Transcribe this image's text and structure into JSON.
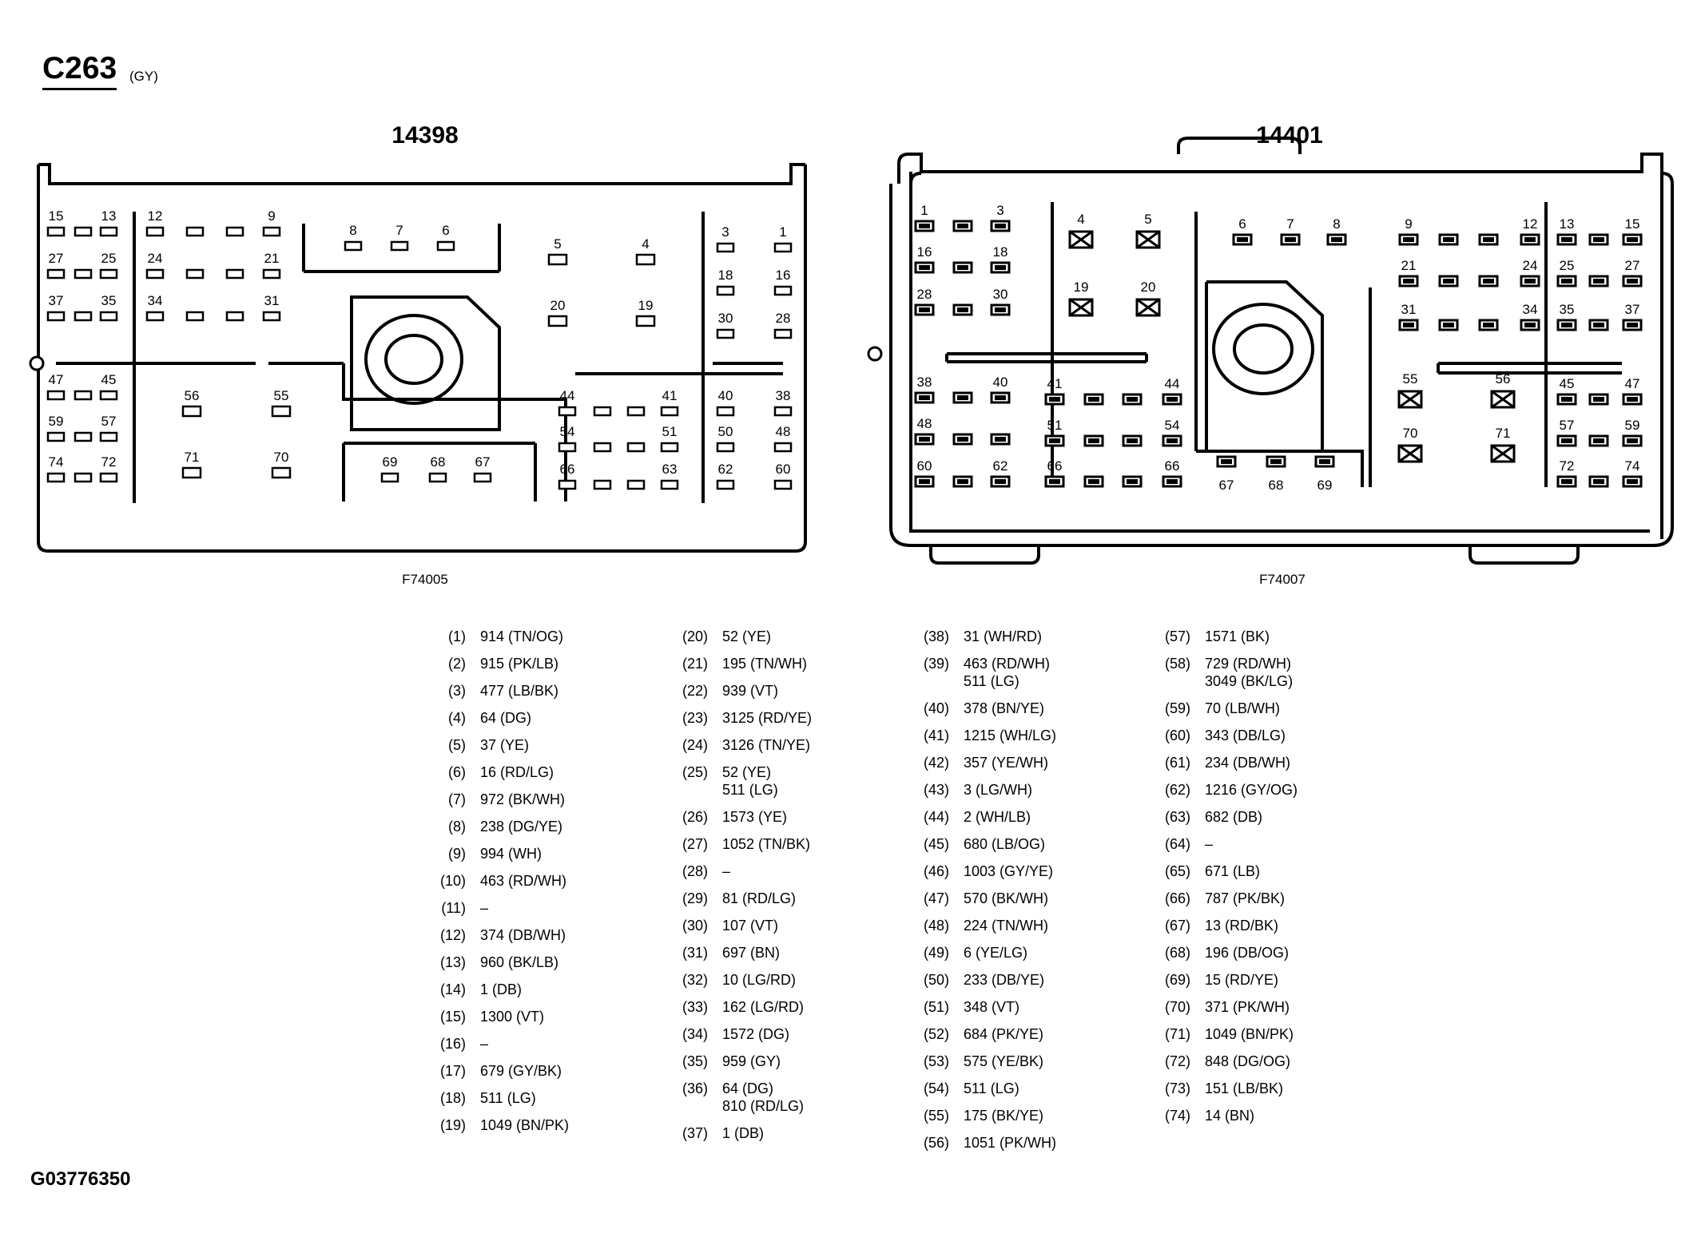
{
  "header": {
    "connector": "C263",
    "color_code": "(GY)"
  },
  "document_code": "G03776350",
  "connectors": [
    {
      "part_number": "14398",
      "figure_code": "F74005",
      "pins": [
        {
          "label": "15",
          "style": "plain"
        },
        {
          "label": "",
          "style": "plain"
        },
        {
          "label": "13",
          "style": "plain"
        },
        {
          "label": "12",
          "style": "plain"
        },
        {
          "label": "",
          "style": "plain"
        },
        {
          "label": "",
          "style": "plain"
        },
        {
          "label": "9",
          "style": "plain"
        },
        {
          "label": "27",
          "style": "plain"
        },
        {
          "label": "",
          "style": "plain"
        },
        {
          "label": "25",
          "style": "plain"
        },
        {
          "label": "24",
          "style": "plain"
        },
        {
          "label": "",
          "style": "plain"
        },
        {
          "label": "",
          "style": "plain"
        },
        {
          "label": "21",
          "style": "plain"
        },
        {
          "label": "37",
          "style": "plain"
        },
        {
          "label": "",
          "style": "plain"
        },
        {
          "label": "35",
          "style": "plain"
        },
        {
          "label": "34",
          "style": "plain"
        },
        {
          "label": "",
          "style": "plain"
        },
        {
          "label": "",
          "style": "plain"
        },
        {
          "label": "31",
          "style": "plain"
        },
        {
          "label": "8",
          "style": "plain"
        },
        {
          "label": "7",
          "style": "plain"
        },
        {
          "label": "6",
          "style": "plain"
        },
        {
          "label": "5",
          "style": "plain"
        },
        {
          "label": "4",
          "style": "plain"
        },
        {
          "label": "20",
          "style": "plain"
        },
        {
          "label": "19",
          "style": "plain"
        },
        {
          "label": "3",
          "style": "plain"
        },
        {
          "label": "1",
          "style": "plain"
        },
        {
          "label": "18",
          "style": "plain"
        },
        {
          "label": "16",
          "style": "plain"
        },
        {
          "label": "30",
          "style": "plain"
        },
        {
          "label": "28",
          "style": "plain"
        },
        {
          "label": "47",
          "style": "plain"
        },
        {
          "label": "",
          "style": "plain"
        },
        {
          "label": "45",
          "style": "plain"
        },
        {
          "label": "59",
          "style": "plain"
        },
        {
          "label": "",
          "style": "plain"
        },
        {
          "label": "57",
          "style": "plain"
        },
        {
          "label": "74",
          "style": "plain"
        },
        {
          "label": "",
          "style": "plain"
        },
        {
          "label": "72",
          "style": "plain"
        },
        {
          "label": "56",
          "style": "plain"
        },
        {
          "label": "55",
          "style": "plain"
        },
        {
          "label": "71",
          "style": "plain"
        },
        {
          "label": "70",
          "style": "plain"
        },
        {
          "label": "69",
          "style": "plain"
        },
        {
          "label": "68",
          "style": "plain"
        },
        {
          "label": "67",
          "style": "plain"
        },
        {
          "label": "44",
          "style": "plain"
        },
        {
          "label": "",
          "style": "plain"
        },
        {
          "label": "",
          "style": "plain"
        },
        {
          "label": "41",
          "style": "plain"
        },
        {
          "label": "54",
          "style": "plain"
        },
        {
          "label": "",
          "style": "plain"
        },
        {
          "label": "",
          "style": "plain"
        },
        {
          "label": "51",
          "style": "plain"
        },
        {
          "label": "66",
          "style": "plain"
        },
        {
          "label": "",
          "style": "plain"
        },
        {
          "label": "",
          "style": "plain"
        },
        {
          "label": "63",
          "style": "plain"
        },
        {
          "label": "40",
          "style": "plain"
        },
        {
          "label": "38",
          "style": "plain"
        },
        {
          "label": "50",
          "style": "plain"
        },
        {
          "label": "48",
          "style": "plain"
        },
        {
          "label": "62",
          "style": "plain"
        },
        {
          "label": "60",
          "style": "plain"
        }
      ]
    },
    {
      "part_number": "14401",
      "figure_code": "F74007",
      "pins": [
        {
          "label": "1",
          "style": "filled"
        },
        {
          "label": "",
          "style": "filled"
        },
        {
          "label": "3",
          "style": "filled"
        },
        {
          "label": "16",
          "style": "filled"
        },
        {
          "label": "",
          "style": "filled"
        },
        {
          "label": "18",
          "style": "filled"
        },
        {
          "label": "28",
          "style": "filled"
        },
        {
          "label": "",
          "style": "filled"
        },
        {
          "label": "30",
          "style": "filled"
        },
        {
          "label": "4",
          "style": "cross"
        },
        {
          "label": "5",
          "style": "cross"
        },
        {
          "label": "19",
          "style": "cross"
        },
        {
          "label": "20",
          "style": "cross"
        },
        {
          "label": "6",
          "style": "filled"
        },
        {
          "label": "7",
          "style": "filled"
        },
        {
          "label": "8",
          "style": "filled"
        },
        {
          "label": "9",
          "style": "filled"
        },
        {
          "label": "",
          "style": "filled"
        },
        {
          "label": "",
          "style": "filled"
        },
        {
          "label": "12",
          "style": "filled"
        },
        {
          "label": "21",
          "style": "filled"
        },
        {
          "label": "",
          "style": "filled"
        },
        {
          "label": "",
          "style": "filled"
        },
        {
          "label": "24",
          "style": "filled"
        },
        {
          "label": "31",
          "style": "filled"
        },
        {
          "label": "",
          "style": "filled"
        },
        {
          "label": "",
          "style": "filled"
        },
        {
          "label": "34",
          "style": "filled"
        },
        {
          "label": "13",
          "style": "filled"
        },
        {
          "label": "",
          "style": "filled"
        },
        {
          "label": "15",
          "style": "filled"
        },
        {
          "label": "25",
          "style": "filled"
        },
        {
          "label": "",
          "style": "filled"
        },
        {
          "label": "27",
          "style": "filled"
        },
        {
          "label": "35",
          "style": "filled"
        },
        {
          "label": "",
          "style": "filled"
        },
        {
          "label": "37",
          "style": "filled"
        },
        {
          "label": "38",
          "style": "filled"
        },
        {
          "label": "",
          "style": "filled"
        },
        {
          "label": "40",
          "style": "filled"
        },
        {
          "label": "48",
          "style": "filled"
        },
        {
          "label": "",
          "style": "filled"
        },
        {
          "label": "",
          "style": "filled"
        },
        {
          "label": "60",
          "style": "filled"
        },
        {
          "label": "",
          "style": "filled"
        },
        {
          "label": "62",
          "style": "filled"
        },
        {
          "label": "41",
          "style": "filled"
        },
        {
          "label": "",
          "style": "filled"
        },
        {
          "label": "",
          "style": "filled"
        },
        {
          "label": "44",
          "style": "filled"
        },
        {
          "label": "51",
          "style": "filled"
        },
        {
          "label": "",
          "style": "filled"
        },
        {
          "label": "",
          "style": "filled"
        },
        {
          "label": "54",
          "style": "filled"
        },
        {
          "label": "66",
          "style": "filled"
        },
        {
          "label": "",
          "style": "filled"
        },
        {
          "label": "",
          "style": "filled"
        },
        {
          "label": "66",
          "style": "filled"
        },
        {
          "label": "67",
          "style": "filled"
        },
        {
          "label": "68",
          "style": "filled"
        },
        {
          "label": "69",
          "style": "filled"
        },
        {
          "label": "55",
          "style": "cross"
        },
        {
          "label": "56",
          "style": "cross"
        },
        {
          "label": "70",
          "style": "cross"
        },
        {
          "label": "71",
          "style": "cross"
        },
        {
          "label": "45",
          "style": "filled"
        },
        {
          "label": "",
          "style": "filled"
        },
        {
          "label": "47",
          "style": "filled"
        },
        {
          "label": "57",
          "style": "filled"
        },
        {
          "label": "",
          "style": "filled"
        },
        {
          "label": "59",
          "style": "filled"
        },
        {
          "label": "72",
          "style": "filled"
        },
        {
          "label": "",
          "style": "filled"
        },
        {
          "label": "74",
          "style": "filled"
        }
      ]
    }
  ],
  "pinout_columns": [
    [
      {
        "pin": "(1)",
        "circuits": [
          "914 (TN/OG)"
        ]
      },
      {
        "pin": "(2)",
        "circuits": [
          "915 (PK/LB)"
        ]
      },
      {
        "pin": "(3)",
        "circuits": [
          "477 (LB/BK)"
        ]
      },
      {
        "pin": "(4)",
        "circuits": [
          "64 (DG)"
        ]
      },
      {
        "pin": "(5)",
        "circuits": [
          "37 (YE)"
        ]
      },
      {
        "pin": "(6)",
        "circuits": [
          "16 (RD/LG)"
        ]
      },
      {
        "pin": "(7)",
        "circuits": [
          "972 (BK/WH)"
        ]
      },
      {
        "pin": "(8)",
        "circuits": [
          "238 (DG/YE)"
        ]
      },
      {
        "pin": "(9)",
        "circuits": [
          "994 (WH)"
        ]
      },
      {
        "pin": "(10)",
        "circuits": [
          "463 (RD/WH)"
        ]
      },
      {
        "pin": "(11)",
        "circuits": [
          "–"
        ]
      },
      {
        "pin": "(12)",
        "circuits": [
          "374 (DB/WH)"
        ]
      },
      {
        "pin": "(13)",
        "circuits": [
          "960 (BK/LB)"
        ]
      },
      {
        "pin": "(14)",
        "circuits": [
          "1 (DB)"
        ]
      },
      {
        "pin": "(15)",
        "circuits": [
          "1300 (VT)"
        ]
      },
      {
        "pin": "(16)",
        "circuits": [
          "–"
        ]
      },
      {
        "pin": "(17)",
        "circuits": [
          "679 (GY/BK)"
        ]
      },
      {
        "pin": "(18)",
        "circuits": [
          "511 (LG)"
        ]
      },
      {
        "pin": "(19)",
        "circuits": [
          "1049 (BN/PK)"
        ]
      }
    ],
    [
      {
        "pin": "(20)",
        "circuits": [
          "52 (YE)"
        ]
      },
      {
        "pin": "(21)",
        "circuits": [
          "195 (TN/WH)"
        ]
      },
      {
        "pin": "(22)",
        "circuits": [
          "939 (VT)"
        ]
      },
      {
        "pin": "(23)",
        "circuits": [
          "3125 (RD/YE)"
        ]
      },
      {
        "pin": "(24)",
        "circuits": [
          "3126 (TN/YE)"
        ]
      },
      {
        "pin": "(25)",
        "circuits": [
          "52 (YE)",
          "511 (LG)"
        ]
      },
      {
        "pin": "(26)",
        "circuits": [
          "1573 (YE)"
        ]
      },
      {
        "pin": "(27)",
        "circuits": [
          "1052 (TN/BK)"
        ]
      },
      {
        "pin": "(28)",
        "circuits": [
          "–"
        ]
      },
      {
        "pin": "(29)",
        "circuits": [
          "81 (RD/LG)"
        ]
      },
      {
        "pin": "(30)",
        "circuits": [
          "107 (VT)"
        ]
      },
      {
        "pin": "(31)",
        "circuits": [
          "697 (BN)"
        ]
      },
      {
        "pin": "(32)",
        "circuits": [
          "10 (LG/RD)"
        ]
      },
      {
        "pin": "(33)",
        "circuits": [
          "162 (LG/RD)"
        ]
      },
      {
        "pin": "(34)",
        "circuits": [
          "1572 (DG)"
        ]
      },
      {
        "pin": "(35)",
        "circuits": [
          "959 (GY)"
        ]
      },
      {
        "pin": "(36)",
        "circuits": [
          "64 (DG)",
          "810 (RD/LG)"
        ]
      },
      {
        "pin": "(37)",
        "circuits": [
          "1 (DB)"
        ]
      }
    ],
    [
      {
        "pin": "(38)",
        "circuits": [
          "31 (WH/RD)"
        ]
      },
      {
        "pin": "(39)",
        "circuits": [
          "463 (RD/WH)",
          "511 (LG)"
        ]
      },
      {
        "pin": "(40)",
        "circuits": [
          "378 (BN/YE)"
        ]
      },
      {
        "pin": "(41)",
        "circuits": [
          "1215 (WH/LG)"
        ]
      },
      {
        "pin": "(42)",
        "circuits": [
          "357 (YE/WH)"
        ]
      },
      {
        "pin": "(43)",
        "circuits": [
          "3 (LG/WH)"
        ]
      },
      {
        "pin": "(44)",
        "circuits": [
          "2 (WH/LB)"
        ]
      },
      {
        "pin": "(45)",
        "circuits": [
          "680 (LB/OG)"
        ]
      },
      {
        "pin": "(46)",
        "circuits": [
          "1003 (GY/YE)"
        ]
      },
      {
        "pin": "(47)",
        "circuits": [
          "570 (BK/WH)"
        ]
      },
      {
        "pin": "(48)",
        "circuits": [
          "224 (TN/WH)"
        ]
      },
      {
        "pin": "(49)",
        "circuits": [
          "6 (YE/LG)"
        ]
      },
      {
        "pin": "(50)",
        "circuits": [
          "233 (DB/YE)"
        ]
      },
      {
        "pin": "(51)",
        "circuits": [
          "348 (VT)"
        ]
      },
      {
        "pin": "(52)",
        "circuits": [
          "684 (PK/YE)"
        ]
      },
      {
        "pin": "(53)",
        "circuits": [
          "575 (YE/BK)"
        ]
      },
      {
        "pin": "(54)",
        "circuits": [
          "511 (LG)"
        ]
      },
      {
        "pin": "(55)",
        "circuits": [
          "175 (BK/YE)"
        ]
      },
      {
        "pin": "(56)",
        "circuits": [
          "1051 (PK/WH)"
        ]
      }
    ],
    [
      {
        "pin": "(57)",
        "circuits": [
          "1571 (BK)"
        ]
      },
      {
        "pin": "(58)",
        "circuits": [
          "729 (RD/WH)",
          "3049 (BK/LG)"
        ]
      },
      {
        "pin": "(59)",
        "circuits": [
          "70 (LB/WH)"
        ]
      },
      {
        "pin": "(60)",
        "circuits": [
          "343 (DB/LG)"
        ]
      },
      {
        "pin": "(61)",
        "circuits": [
          "234 (DB/WH)"
        ]
      },
      {
        "pin": "(62)",
        "circuits": [
          "1216 (GY/OG)"
        ]
      },
      {
        "pin": "(63)",
        "circuits": [
          "682 (DB)"
        ]
      },
      {
        "pin": "(64)",
        "circuits": [
          "–"
        ]
      },
      {
        "pin": "(65)",
        "circuits": [
          "671 (LB)"
        ]
      },
      {
        "pin": "(66)",
        "circuits": [
          "787 (PK/BK)"
        ]
      },
      {
        "pin": "(67)",
        "circuits": [
          "13 (RD/BK)"
        ]
      },
      {
        "pin": "(68)",
        "circuits": [
          "196 (DB/OG)"
        ]
      },
      {
        "pin": "(69)",
        "circuits": [
          "15 (RD/YE)"
        ]
      },
      {
        "pin": "(70)",
        "circuits": [
          "371 (PK/WH)"
        ]
      },
      {
        "pin": "(71)",
        "circuits": [
          "1049 (BN/PK)"
        ]
      },
      {
        "pin": "(72)",
        "circuits": [
          "848 (DG/OG)"
        ]
      },
      {
        "pin": "(73)",
        "circuits": [
          "151 (LB/BK)"
        ]
      },
      {
        "pin": "(74)",
        "circuits": [
          "14 (BN)"
        ]
      }
    ]
  ]
}
